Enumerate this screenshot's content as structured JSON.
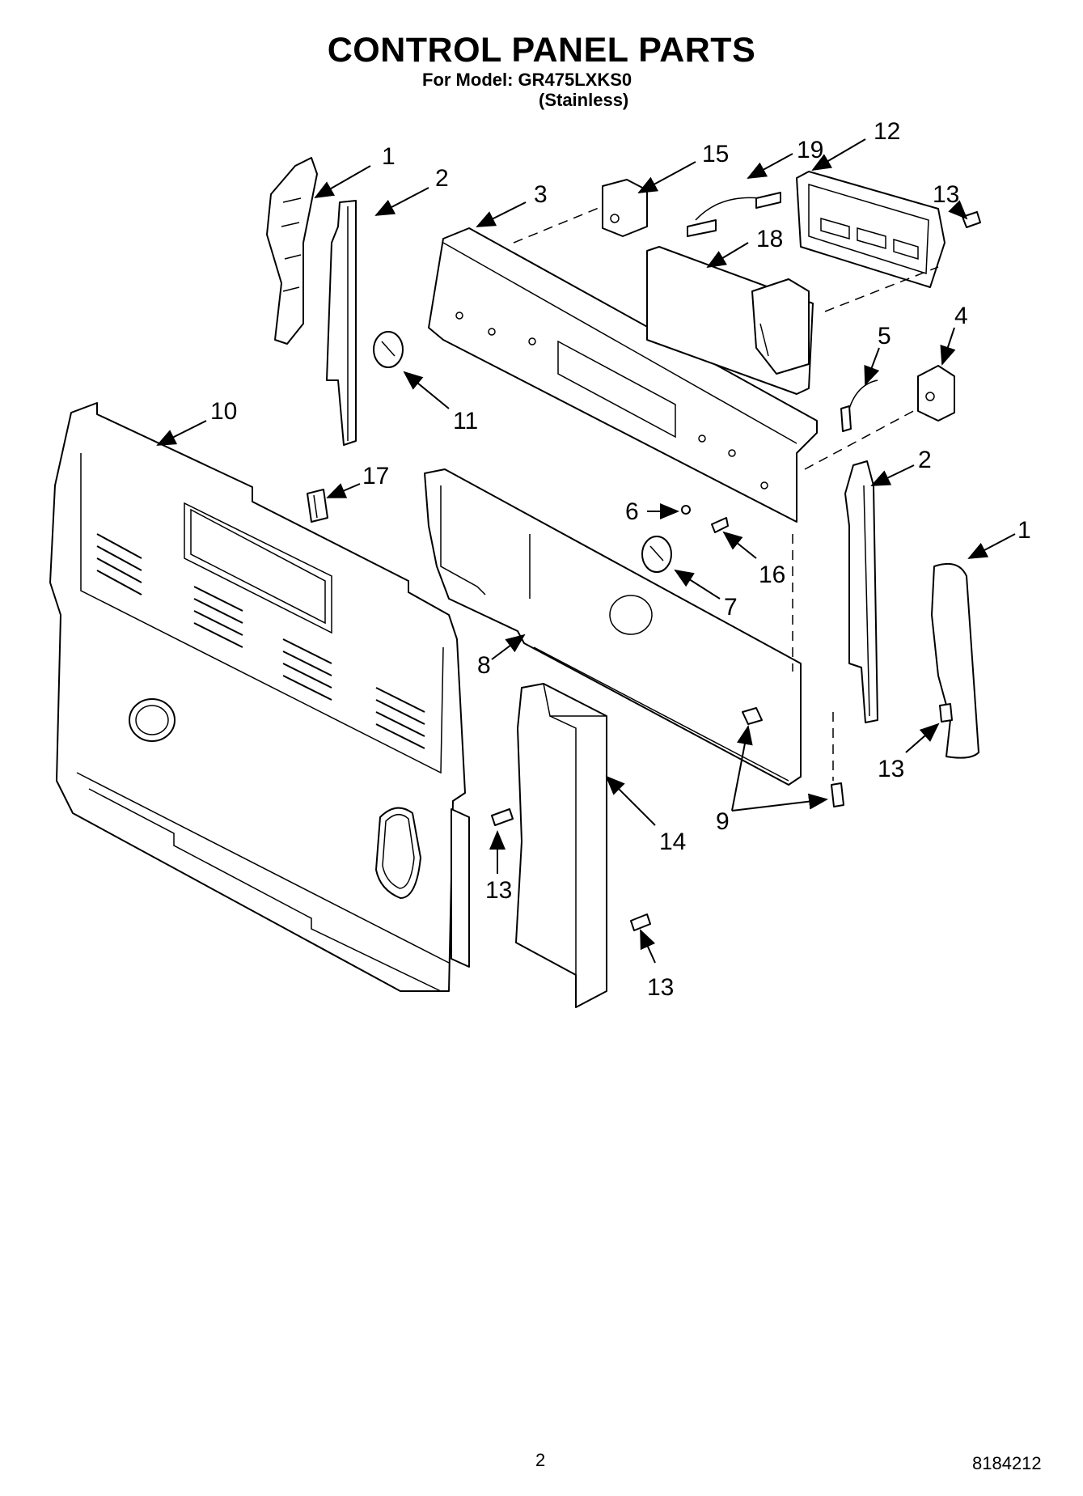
{
  "header": {
    "title": "CONTROL PANEL PARTS",
    "model_line": "For Model: GR475LXKS0",
    "finish": "(Stainless)"
  },
  "footer": {
    "page_number": "2",
    "document_number": "8184212"
  },
  "callouts": {
    "c1a": "1",
    "c2a": "2",
    "c3": "3",
    "c15": "15",
    "c19": "19",
    "c12": "12",
    "c13a": "13",
    "c18": "18",
    "c5": "5",
    "c4": "4",
    "c10": "10",
    "c11": "11",
    "c17": "17",
    "c2b": "2",
    "c6": "6",
    "c16": "16",
    "c1b": "1",
    "c7": "7",
    "c8": "8",
    "c9": "9",
    "c13b": "13",
    "c14": "14",
    "c13c": "13",
    "c13d": "13"
  }
}
